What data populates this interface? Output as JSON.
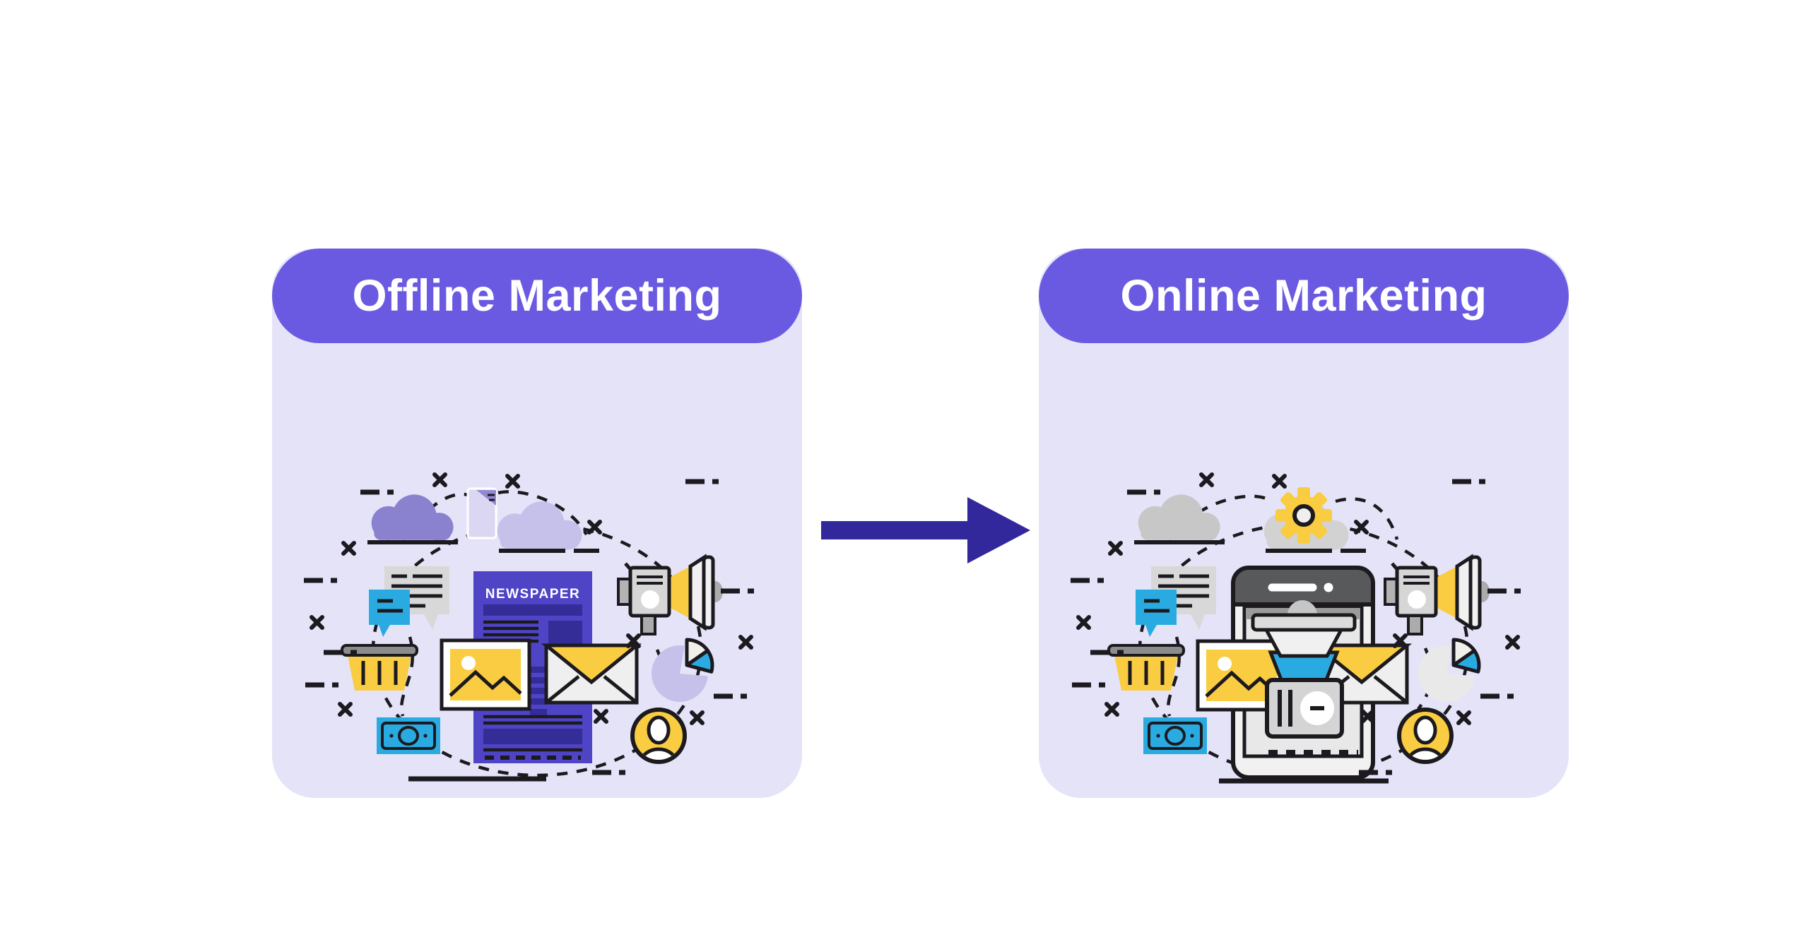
{
  "page": {
    "background_color": "#FFFFFF"
  },
  "colors": {
    "header_purple": "#6A5AE2",
    "card_lavender": "#E5E3F8",
    "arrow_indigo": "#33289B",
    "accent_yellow": "#F9CC41",
    "accent_blue": "#29ABE2",
    "newspaper_purple": "#4F44C6",
    "newspaper_dark_bar": "#342C97",
    "outline_black": "#1C1A1F",
    "cloud_purple": "#8A82CF",
    "cloud_lavender": "#C6C1EA",
    "cloud_gray": "#C7C7C7"
  },
  "cards": [
    {
      "key": "offline",
      "title": "Offline Marketing",
      "illustration": {
        "newspaper_label": "NEWSPAPER",
        "icons": [
          "cloud-icon",
          "document-icon",
          "speech-bubbles-icon",
          "shopping-basket-icon",
          "money-icon",
          "newspaper-icon",
          "photo-icon",
          "envelope-icon",
          "megaphone-icon",
          "pie-chart-icon",
          "user-avatar-icon",
          "dashed-orbit",
          "scatter-marks",
          "ground-line"
        ]
      }
    },
    {
      "key": "online",
      "title": "Online Marketing",
      "illustration": {
        "icons": [
          "cloud-icon",
          "gear-icon",
          "speech-bubbles-icon",
          "shopping-basket-icon",
          "money-icon",
          "smartphone-icon",
          "megaphone-funnel-icon",
          "photo-icon",
          "envelope-icon",
          "megaphone-icon",
          "pie-chart-icon",
          "user-avatar-icon",
          "dashed-orbit",
          "scatter-marks",
          "ground-line"
        ]
      }
    }
  ],
  "arrow": {
    "name": "transition-arrow",
    "direction": "right"
  }
}
